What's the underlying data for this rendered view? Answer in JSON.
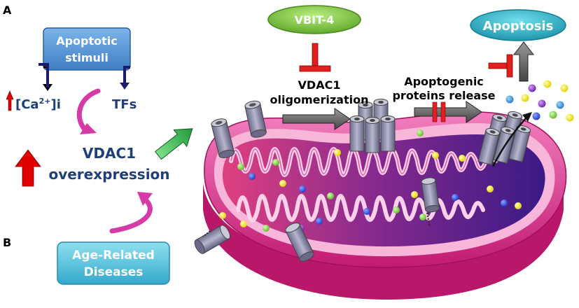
{
  "panel_labels": {
    "a": "A",
    "b": "B"
  },
  "apoptotic_stimuli": {
    "line1": "Apoptotic",
    "line2": "stimuli"
  },
  "calcium": {
    "base": "[Ca",
    "sup": "2+",
    "tail": "]i"
  },
  "tfs": "TFs",
  "vdac1_overexpression": {
    "line1": "VDAC1",
    "line2": "overexpression"
  },
  "age_related_diseases": {
    "line1": "Age-Related",
    "line2": "Diseases"
  },
  "vbit4": "VBIT-4",
  "vdac1_oligomerization": {
    "line1": "VDAC1",
    "line2": "oligomerization"
  },
  "apoptogenic_release": {
    "line1": "Apoptogenic",
    "line2": "proteins release"
  },
  "apoptosis": "Apoptosis",
  "colors": {
    "stimuli_box": "#5b9bd5",
    "vbit4_ellipse": "#7dc83d",
    "apoptosis_ellipse": "#2eb8c8",
    "diseases_box": "#5bc3dd",
    "vdac1_text": "#1f3f7a",
    "inhibitor_red": "#e02020",
    "up_arrow_red": "#e00000",
    "curved_arrow_pink": "#d63aa6",
    "green_arrow": "#30b050",
    "outer_membrane": "#e84a9a",
    "matrix_purple": "#5c2a8e",
    "channel_gray": "#8e8ea8"
  }
}
